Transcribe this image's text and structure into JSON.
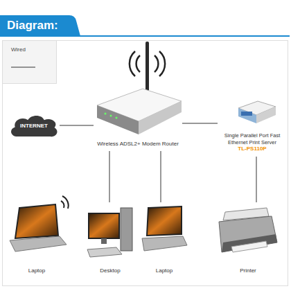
{
  "diagram": {
    "title": "Diagram:",
    "nodes": [
      {
        "text": [
          "INTERNET"
        ]
      },
      {
        "text": [
          "Wireless ADSL2+ Modem Router"
        ]
      },
      {
        "text": [
          "Single Parallel Port Fast Ethernet Print Server",
          "TL-PS110P"
        ]
      },
      {
        "text": [
          "Laptop"
        ]
      },
      {
        "text": [
          "Desktop"
        ]
      },
      {
        "text": [
          "Laptop"
        ]
      },
      {
        "text": [
          "Printer"
        ]
      }
    ],
    "edges": [
      {
        "from": 0,
        "to": 1,
        "arrow": "none"
      },
      {
        "from": 1,
        "to": 2,
        "arrow": "none"
      },
      {
        "from": 1,
        "to": 4,
        "arrow": "none"
      },
      {
        "from": 1,
        "to": 5,
        "arrow": "none"
      },
      {
        "from": 2,
        "to": 6,
        "arrow": "none"
      }
    ],
    "legend": [
      {
        "text": "Wired"
      }
    ]
  }
}
